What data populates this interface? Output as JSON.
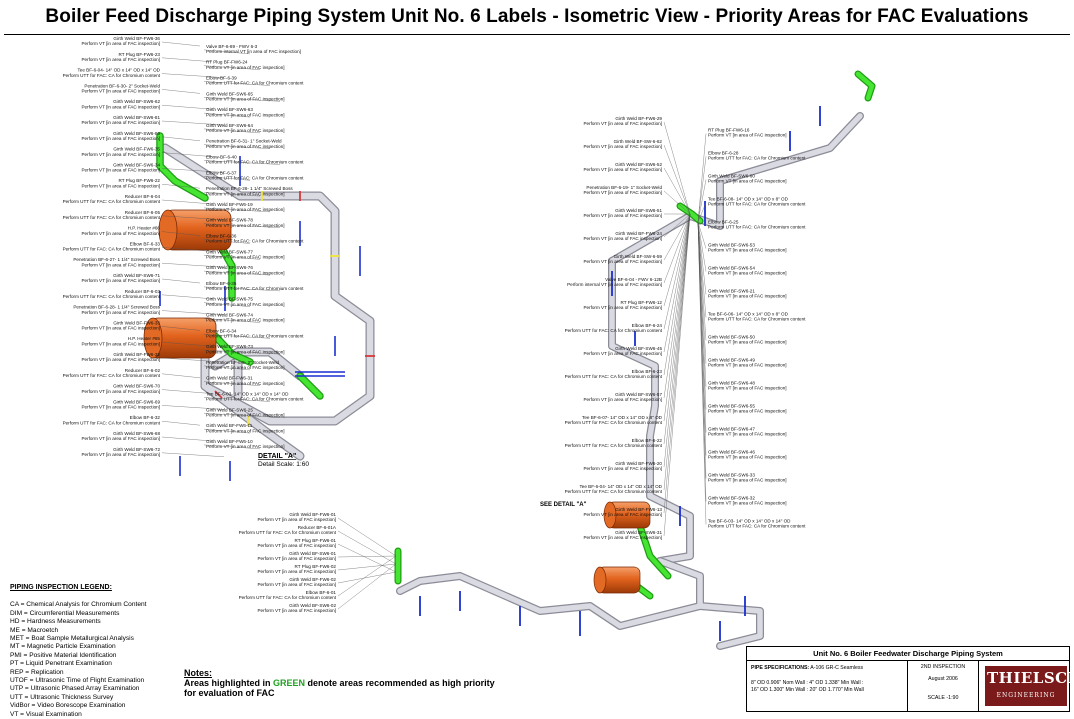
{
  "title": "Boiler Feed Discharge Piping System Unit No. 6 Labels - Isometric View - Priority Areas for FAC Evaluations",
  "colors": {
    "pipe": "#d5d5dc",
    "priority_green": "#2fcf1f",
    "heater_orange": "#e2631d",
    "support_blue": "#1a2fd0",
    "weld_red": "#d63a3a",
    "weld_yellow": "#f2e43a",
    "logo": "#7a1a1a"
  },
  "detail": {
    "title": "DETAIL \"A\"",
    "scale": "Detail Scale: 1:60"
  },
  "see_detail": "SEE DETAIL \"A\"",
  "labels_left": [
    [
      "Girth Weld BF-FW6-36",
      "Perform VT [in area of FAC inspection]"
    ],
    [
      "Valve BF-6-89 - FWV 6-3",
      "Perform internal VT [in area of FAC inspection]"
    ],
    [
      "RT Plug BF-FW6-23",
      "Perform VT [in area of FAC inspection]"
    ],
    [
      "RT Plug BF-FW6-24",
      "Perform VT [in area of FAC inspection]"
    ],
    [
      "Tee BF-6-04- 14\" OD x 14\" OD x 14\" OD",
      "Perform UTT for FAC: CA for Chromium content"
    ],
    [
      "Elbow-BF-6-39",
      "Perform UTT for FAC: CA for Chromium content"
    ],
    [
      "Penetration BF-6-30- 2\" Socket-Weld",
      "Perform VT [in area of FAC inspection]"
    ],
    [
      "Girth Weld BF-SW6-65",
      "Perform VT [in area of FAC inspection]"
    ],
    [
      "Girth Weld BF-SW6-62",
      "Perform VT [in area of FAC inspection]"
    ],
    [
      "Girth Weld BF-SW6-63",
      "Perform VT [in area of FAC inspection]"
    ],
    [
      "Girth Weld BF-SW6-81",
      "Perform VT [in area of FAC inspection]"
    ],
    [
      "Girth Weld BF-SW6-64",
      "Perform VT [in area of FAC inspection]"
    ],
    [
      "Girth Weld BF-SW6-80",
      "Perform VT [in area of FAC inspection]"
    ],
    [
      "Penetration BF-6-31- 1\" Socket-Weld",
      "Perform VT [in area of FAC inspection]"
    ],
    [
      "Girth Weld BF-FW6-35",
      "Perform VT [in area of FAC inspection]"
    ],
    [
      "Elbow-BF-6-40",
      "Perform UTT for FAC: CA for Chromium content"
    ],
    [
      "Girth Weld BF-SW6-34",
      "Perform VT [in area of FAC inspection]"
    ],
    [
      "Elbow BF-6-37",
      "Perform UTT for FAC: CA for Chromium content"
    ],
    [
      "RT Plug BF-FW6-22",
      "Perform VT [in area of FAC inspection]"
    ],
    [
      "Penetration BF-6-26- 1 1/4\" Screwed Boss",
      "Perform VT [in area of FAC inspection]"
    ],
    [
      "Reducer BF-6-04",
      "Perform UTT for FAC: CA for Chromium content"
    ],
    [
      "Girth Weld BF-FW6-19",
      "Perform VT [in area of FAC inspection]"
    ],
    [
      "Reducer BF-6-05",
      "Perform UTT for FAC: CA for Chromium content"
    ],
    [
      "Girth Weld BF-SW6-78",
      "Perform VT [in area of FAC inspection]"
    ],
    [
      "H.P. Heater #66",
      "Perform VT [in area of FAC inspection]"
    ],
    [
      "Elbow BF-6-36",
      "Perform UTT for FAC: CA for Chromium content"
    ],
    [
      "Elbow BF-6-33",
      "Perform UTT for FAC: CA for Chromium content"
    ],
    [
      "Girth Weld BF-SW6-77",
      "Perform VT [in area of FAC inspection]"
    ],
    [
      "Penetration BF-6-27- 1 1/4\" Screwed Boss",
      "Perform VT [in area of FAC inspection]"
    ],
    [
      "Girth Weld BF-SW6-76",
      "Perform VT [in area of FAC inspection]"
    ],
    [
      "Girth Weld BF-SW6-71",
      "Perform VT [in area of FAC inspection]"
    ],
    [
      "Elbow BF-6-35",
      "Perform UTT for FAC: CA for Chromium content"
    ],
    [
      "Reducer BF-6-03",
      "Perform UTT for FAC: CA for Chromium content"
    ],
    [
      "Girth Weld BF-SW6-75",
      "Perform VT [in area of FAC inspection]"
    ],
    [
      "Penetration BF-6-28- 1 1/4\" Screwed Boss",
      "Perform VT [in area of FAC inspection]"
    ],
    [
      "Girth Weld BF-SW6-74",
      "Perform VT [in area of FAC inspection]"
    ],
    [
      "Girth Weld BF-FW6-33",
      "Perform VT [in area of FAC inspection]"
    ],
    [
      "Elbow BF-6-34",
      "Perform UTT for FAC: CA for Chromium content"
    ],
    [
      "H.P. Heater #65",
      "Perform VT [in area of FAC inspection]"
    ],
    [
      "Girth Weld BF-SW6-73",
      "Perform VT [in area of FAC inspection]"
    ],
    [
      "Girth Weld BF-FW6-32",
      "Perform VT [in area of FAC inspection]"
    ],
    [
      "Penetration BF-6-5- 2\" Socket-Weld",
      "Perform VT [in area of FAC inspection]"
    ],
    [
      "Reducer BF-6-02",
      "Perform UTT for FAC: CA for Chromium content"
    ],
    [
      "Girth Weld BF-FW6-31",
      "Perform VT [in area of FAC inspection]"
    ],
    [
      "Girth Weld BF-SW6-70",
      "Perform VT [in area of FAC inspection]"
    ],
    [
      "Tee BF-6-03- 14\" OD x 14\" OD x 14\" OD",
      "Perform UTT for FAC: CA for Chromium content"
    ],
    [
      "Girth Weld BF-SW6-69",
      "Perform VT [in area of FAC inspection]"
    ],
    [
      "Girth Weld BF-SW6-25",
      "Perform VT [in area of FAC inspection]"
    ],
    [
      "Elbow BF-6-32",
      "Perform UTT for FAC: CA for Chromium content"
    ],
    [
      "Girth Weld BF-FW6-11",
      "Perform VT [in area of FAC inspection]"
    ],
    [
      "Girth Weld BF-SW6-68",
      "Perform VT [in area of FAC inspection]"
    ],
    [
      "Girth Weld BF-FW6-10",
      "Perform VT [in area of FAC inspection]"
    ],
    [
      "Girth Weld BF-SW6-72",
      "Perform VT [in area of FAC inspection]"
    ]
  ],
  "labels_right": [
    [
      "Girth Weld BF-FW6-29",
      "Perform VT [in area of FAC inspection]"
    ],
    [
      "RT Plug BF-FW6-16",
      "Perform VT [in area of FAC inspection]"
    ],
    [
      "Girth Weld BF-SW-6-62",
      "Perform VT [in area of FAC inspection]"
    ],
    [
      "Elbow BF-6-28",
      "Perform UTT for FAC: CA for Chromium content"
    ],
    [
      "Girth Weld BF-SW6-52",
      "Perform VT [in area of FAC inspection]"
    ],
    [
      "Girth Weld BF-SW6-60",
      "Perform VT [in area of FAC inspection]"
    ],
    [
      "Penetration BF-6-19- 1\" Socket-Weld",
      "Perform VT [in area of FAC inspection]"
    ],
    [
      "Tee BF-6-08- 14\" OD x 14\" OD x 8\" OD",
      "Perform UTT for FAC: CA for Chromium content"
    ],
    [
      "Girth Weld BF-SW6-51",
      "Perform VT [in area of FAC inspection]"
    ],
    [
      "Elbow BF-6-25",
      "Perform UTT for FAC: CA for Chromium content"
    ],
    [
      "Girth Weld BF-FW6-24",
      "Perform VT [in area of FAC inspection]"
    ],
    [
      "Girth Weld BF-SW6-53",
      "Perform VT [in area of FAC inspection]"
    ],
    [
      "Girth Weld BF-SW-6-59",
      "Perform VT [in area of FAC inspection]"
    ],
    [
      "Girth Weld BF-SW6-54",
      "Perform VT [in area of FAC inspection]"
    ],
    [
      "Valve BF-6-04 - FWV 6-12B",
      "Perform internal VT [in area of FAC inspection]"
    ],
    [
      "Girth Weld BF-SW6-21",
      "Perform VT [in area of FAC inspection]"
    ],
    [
      "RT Plug BF-FW6-12",
      "Perform VT [in area of FAC inspection]"
    ],
    [
      "Tee BF-6-06- 14\" OD x 14\" OD x 8\" OD",
      "Perform UTT for FAC: CA for Chromium content"
    ],
    [
      "Elbow BF-6-24",
      "Perform UTT for FAC: CA for Chromium content"
    ],
    [
      "Girth Weld BF-SW6-50",
      "Perform VT [in area of FAC inspection]"
    ],
    [
      "Girth Weld BF-SW6-45",
      "Perform VT [in area of FAC inspection]"
    ],
    [
      "Girth Weld BF-SW6-49",
      "Perform VT [in area of FAC inspection]"
    ],
    [
      "Elbow BF-6-23",
      "Perform UTT for FAC: CA for Chromium content"
    ],
    [
      "Girth Weld BF-SW6-48",
      "Perform VT [in area of FAC inspection]"
    ],
    [
      "Girth Weld BF-SW6-57",
      "Perform VT [in area of FAC inspection]"
    ],
    [
      "Girth Weld BF-SW6-55",
      "Perform VT [in area of FAC inspection]"
    ],
    [
      "Tee BF-6-07- 14\" OD x 14\" OD x 8\" OD",
      "Perform UTT for FAC: CA for Chromium content"
    ],
    [
      "Girth Weld BF-SW6-47",
      "Perform VT [in area of FAC inspection]"
    ],
    [
      "Elbow BF-6-22",
      "Perform UTT for FAC: CA for Chromium content"
    ],
    [
      "Girth Weld BF-SW6-46",
      "Perform VT [in area of FAC inspection]"
    ],
    [
      "Girth Weld BF-FW6-20",
      "Perform VT [in area of FAC inspection]"
    ],
    [
      "Girth Weld BF-SW6-33",
      "Perform VT [in area of FAC inspection]"
    ],
    [
      "Tee BF-6-04- 14\" OD x 14\" OD x 14\" OD",
      "Perform UTT for FAC: CA for Chromium content"
    ],
    [
      "Girth Weld BF-SW6-32",
      "Perform VT [in area of FAC inspection]"
    ],
    [
      "Girth Weld BF-FW6-13",
      "Perform VT [in area of FAC inspection]"
    ],
    [
      "Tee BF-6-03- 14\" OD x 14\" OD x 14\" OD",
      "Perform UTT for FAC: CA for Chromium content"
    ],
    [
      "Girth Weld BF-SW6-31",
      "Perform VT [in area of FAC inspection]"
    ]
  ],
  "labels_bottom": [
    [
      "Girth Weld BF-FW6-01",
      "Perform VT [in area of FAC inspection]"
    ],
    [
      "Reducer BF-6-01A",
      "Perform UTT for FAC: CA for Chromium content"
    ],
    [
      "RT Plug BF-FW6-01",
      "Perform VT [in area of FAC inspection]"
    ],
    [
      "Girth Weld BF-SW6-01",
      "Perform VT [in area of FAC inspection]"
    ],
    [
      "RT Plug BF-FW6-02",
      "Perform VT [in area of FAC inspection]"
    ],
    [
      "Girth Weld BF-FW6-02",
      "Perform VT [in area of FAC inspection]"
    ],
    [
      "Elbow BF-6-01",
      "Perform UTT for FAC: CA for Chromium content"
    ],
    [
      "Girth Weld BF-SW6-02",
      "Perform VT [in area of FAC inspection]"
    ]
  ],
  "legend": {
    "title": "PIPING INSPECTION LEGEND:",
    "items": [
      "CA = Chemical Analysis for Chromium Content",
      "DIM = Circumferential Measurements",
      "HD = Hardness Measurements",
      "ME = Macroetch",
      "MET = Boat Sample Metallurgical Analysis",
      "MT = Magnetic Particle Examination",
      "PMI = Positive Material Identification",
      "PT = Liquid Penetrant Examination",
      "REP = Replication",
      "UTOF = Ultrasonic Time of Flight Examination",
      "UTP = Ultrasonic Phased Array Examination",
      "UTT = Ultrasonic Thickness Survey",
      "VidBor = Video Borescope Examination",
      "VT = Visual Examination"
    ]
  },
  "notes": {
    "title": "Notes:",
    "pre": "Areas highlighted in ",
    "green": "GREEN",
    "post": " denote areas recommended as high priority for evaluation of FAC"
  },
  "title_block": {
    "title": "Unit No. 6 Boiler Feedwater Discharge Piping System",
    "spec_label": "PIPE SPECIFICATIONS:",
    "spec_value": "A-106 GR-C Seamless",
    "spec_line1": "8\" OD 0.906\" Nom Wall :  4\" OD 1.338\" Min Wall :",
    "spec_line2": "16\" OD 1.300\" Min Wall : 20\" OD 1.770\" Min Wall",
    "inspection": "2ND INSPECTION",
    "date": "August 2006",
    "scale": "SCALE -1:90",
    "company": "THIELSCH",
    "company_sub": "ENGINEERING"
  }
}
